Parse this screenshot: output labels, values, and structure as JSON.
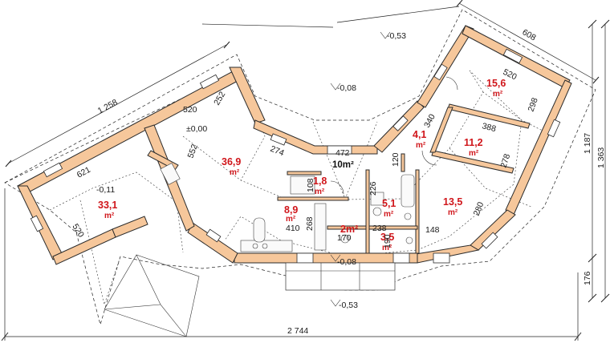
{
  "overall": {
    "width_label": "2 744",
    "height_label": "1 363",
    "height_upper_label": "1 187",
    "height_lower_label": "176",
    "left_wing_label": "1 258",
    "right_wing_label": "608"
  },
  "levels": {
    "top": "-0,53",
    "upper_mid": "-0,08",
    "floor": "±0,00",
    "left": "-0,11",
    "terrace": "-0,08",
    "bottom": "-0,53"
  },
  "rooms": [
    {
      "id": "living-left",
      "area": "33,1",
      "unit": "m²"
    },
    {
      "id": "living-center",
      "area": "36,9",
      "unit": "m²"
    },
    {
      "id": "hall",
      "area": "10m²",
      "unit": ""
    },
    {
      "id": "pantry",
      "area": "1,8",
      "unit": "m²"
    },
    {
      "id": "kitchen",
      "area": "8,9",
      "unit": "m²"
    },
    {
      "id": "wc",
      "area": "2m²",
      "unit": ""
    },
    {
      "id": "bath",
      "area": "5,1",
      "unit": "m²"
    },
    {
      "id": "utility",
      "area": "3,5",
      "unit": "m²"
    },
    {
      "id": "corridor",
      "area": "4,1",
      "unit": "m²"
    },
    {
      "id": "bedroom-small",
      "area": "11,2",
      "unit": "m²"
    },
    {
      "id": "bedroom-top",
      "area": "15,6",
      "unit": "m²"
    },
    {
      "id": "bedroom-lower",
      "area": "13,5",
      "unit": "m²"
    }
  ],
  "dims": {
    "d520a": "520",
    "d252": "252",
    "d552": "552",
    "d621": "621",
    "d520b": "520",
    "d274": "274",
    "d472": "472",
    "d108": "108",
    "d268": "268",
    "d410": "410",
    "d170": "170",
    "d226": "226",
    "d120": "120",
    "d238": "238",
    "d190": "190",
    "d148": "148",
    "d340": "340",
    "d388": "388",
    "d520c": "520",
    "d298": "298",
    "d278": "278",
    "d280": "280"
  }
}
